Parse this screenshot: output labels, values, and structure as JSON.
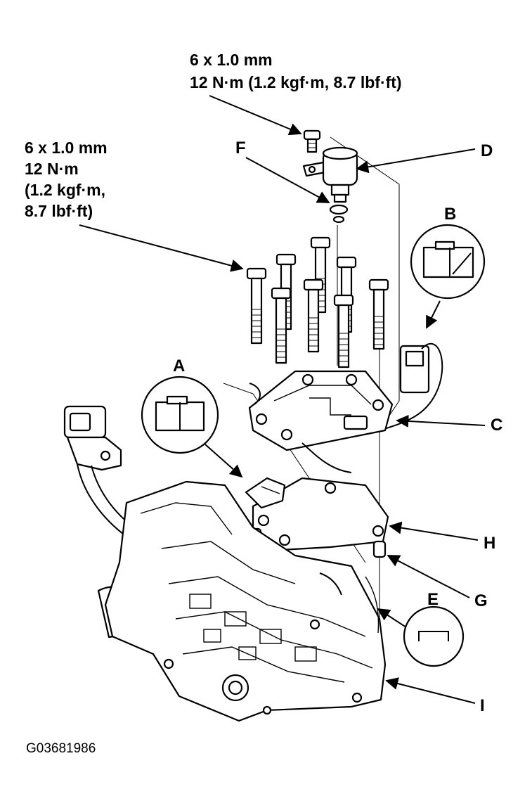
{
  "specs": {
    "top": {
      "size": "6 x 1.0 mm",
      "torque": "12 N·m (1.2 kgf·m, 8.7 lbf·ft)"
    },
    "left": {
      "size": "6 x 1.0 mm",
      "line2": "12 N·m",
      "line3": "(1.2 kgf·m,",
      "line4": "8.7 lbf·ft)"
    }
  },
  "callouts": {
    "A": "A",
    "B": "B",
    "C": "C",
    "D": "D",
    "E": "E",
    "F": "F",
    "G": "G",
    "H": "H",
    "I": "I"
  },
  "figure_id": "G03681986"
}
